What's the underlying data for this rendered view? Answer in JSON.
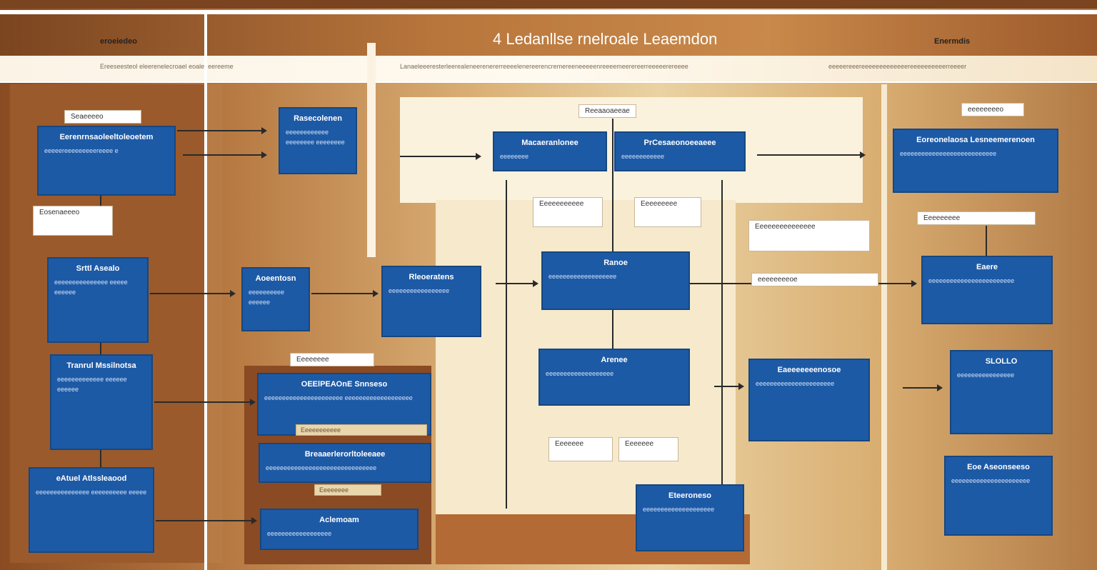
{
  "header": {
    "title": "4 Ledanllse rnelroale Leaemdon",
    "left_tag": "eroeiedeo",
    "right_tag": "Enermdis"
  },
  "subbar": {
    "left": "Ereeseesteol eleerenelecroael eoalet eereeme",
    "middle": "Lanaeleeeresterleerealeneerenererreeeelenereerencremereeneeeeenreeeemeerereerreeeeerereeee",
    "right": "eeeeereeereeeeeeeeeeeeereeeeeeeeeerreeeer"
  },
  "cards": {
    "left_top": {
      "title": "Eerenrnsaoleeltoleoetem",
      "body": "eeeeereeeeeeeeereeee  e"
    },
    "left_mid1": {
      "title": "Srttl Asealo",
      "body": "eeeeeeeeeeeeeee eeeee eeeeee"
    },
    "left_mid2": {
      "title": "Tranrul Mssilnotsa",
      "body": "eeeeeeeeeeeee eeeeee eeeeee"
    },
    "left_bot": {
      "title": "eAtuel Atlssleaood",
      "body": "eeeeeeeeeeeeeee eeeeeeeeee eeeee"
    },
    "col2_top": {
      "title": "Rasecolenen",
      "body": "eeeeeeeeeeee eeeeeeee eeeeeeee"
    },
    "col2_mid": {
      "title": "Aoeentosn",
      "body": "eeeeeeeeee eeeeee"
    },
    "col3_mid": {
      "title": "Rleoeratens",
      "body": "eeeeeeeeeeeeeeeee"
    },
    "col3_big": {
      "title": "OEElPEAOnE Snnseso",
      "body": "eeeeeeeeeeeeeeeeeeeeee eeeeeeeeeeeeeeeeeee"
    },
    "col3_big2": {
      "title": "Breaaerlerorltoleeaee",
      "body": "eeeeeeeeeeeeeeeeeeeeeeeeeeeeeee"
    },
    "col3_bot": {
      "title": "Aclemoam",
      "body": "eeeeeeeeeeeeeeeeee"
    },
    "center_top1": {
      "title": "Macaeranlonee",
      "body": "eeeeeeee"
    },
    "center_top2": {
      "title": "PrCesaeonoeeaeee",
      "body": "eeeeeeeeeeee"
    },
    "center_mid": {
      "title": "Ranoe",
      "body": "eeeeeeeeeeeeeeeeeee"
    },
    "center_low": {
      "title": "Arenee",
      "body": "eeeeeeeeeeeeeeeeeee"
    },
    "center_bot": {
      "title": "Eteeroneso",
      "body": "eeeeeeeeeeeeeeeeeeee"
    },
    "right_top": {
      "title": "Eoreonelaosa Lesneemerenoen",
      "body": "eeeeeeeeeeeeeeeeeeeeeeeeeee"
    },
    "right_mid": {
      "title": "Eaere",
      "body": "eeeeeeeeeeeeeeeeeeeeeeee"
    },
    "right_c": {
      "title": "Eaeeeeeeenosoe",
      "body": "eeeeeeeeeeeeeeeeeeeeee"
    },
    "right_d": {
      "title": "SLOLLO",
      "body": "eeeeeeeeeeeeeeee"
    },
    "right_bot": {
      "title": "Eoe Aseonseeso",
      "body": "eeeeeeeeeeeeeeeeeeeeee"
    }
  },
  "labels": {
    "center_top": "Reeaaoaeeae",
    "left_small": "Seaeeeeo",
    "left_box": "Eosenaeeeo",
    "mid_a": "Eeeeeeeeeee",
    "mid_b": "Eeeeeeeee",
    "right_tag": "eeeeeeeeo",
    "right_box": "Eeeeeeeee",
    "right_box2": "Eeeeeeeeeeeeeee",
    "center_mini1": "Eeeeeee",
    "center_mini2": "Eeeeeee",
    "brown_mid": "Eeeeeeeeeee",
    "brown_low": "Eeeeeeee",
    "small_left": "eeeeeeeeoe",
    "small_mid": "Eeeeeeee"
  }
}
